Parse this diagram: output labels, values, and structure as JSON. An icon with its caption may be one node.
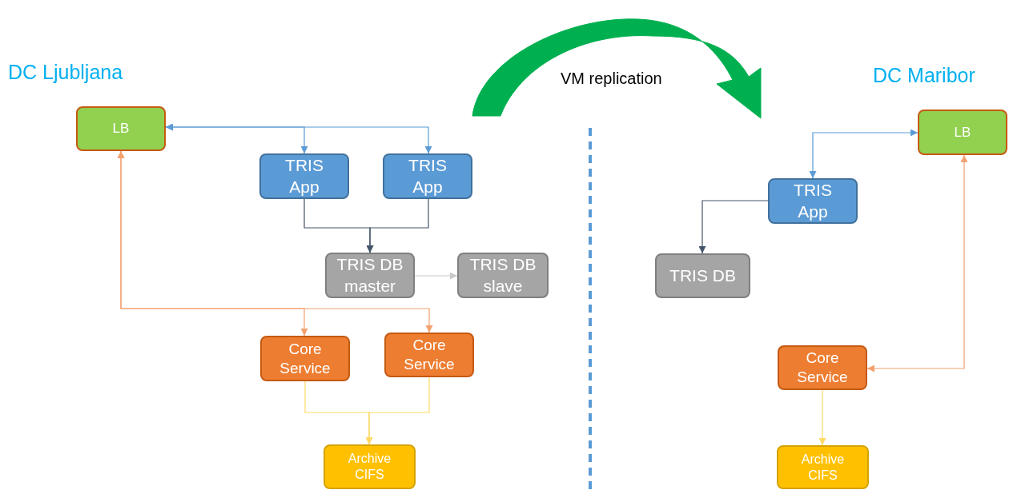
{
  "diagram": {
    "nodes": [
      {
        "text": [
          "LB"
        ]
      },
      {
        "text": [
          "TRIS App"
        ]
      },
      {
        "text": [
          "TRIS App"
        ]
      },
      {
        "text": [
          "TRIS DB master"
        ]
      },
      {
        "text": [
          "TRIS DB slave"
        ]
      },
      {
        "text": [
          "Core Service"
        ]
      },
      {
        "text": [
          "Core Service"
        ]
      },
      {
        "text": [
          "Archive CIFS"
        ]
      },
      {
        "text": [
          "LB"
        ]
      },
      {
        "text": [
          "TRIS App"
        ]
      },
      {
        "text": [
          "TRIS DB"
        ]
      },
      {
        "text": [
          "Core Service"
        ]
      },
      {
        "text": [
          "Archive CIFS"
        ]
      }
    ],
    "edges": [
      {
        "from": 0,
        "to": 1,
        "arrow": "both",
        "color": "#5b9bd5"
      },
      {
        "from": 0,
        "to": 2,
        "arrow": "both",
        "color": "#5b9bd5"
      },
      {
        "from": 1,
        "to": 3,
        "arrow": "to",
        "color": "#44546a"
      },
      {
        "from": 2,
        "to": 3,
        "arrow": "to",
        "color": "#44546a"
      },
      {
        "from": 3,
        "to": 4,
        "arrow": "to",
        "color": "#c9c9c9"
      },
      {
        "from": 5,
        "to": 0,
        "arrow": "both",
        "color": "#f4a16f"
      },
      {
        "from": 6,
        "to": 0,
        "arrow": "both",
        "color": "#f4a16f"
      },
      {
        "from": 5,
        "to": 7,
        "arrow": "to",
        "color": "#ffd966"
      },
      {
        "from": 6,
        "to": 7,
        "arrow": "to",
        "color": "#ffd966"
      },
      {
        "from": 8,
        "to": 9,
        "arrow": "both",
        "color": "#5b9bd5"
      },
      {
        "from": 9,
        "to": 10,
        "arrow": "to",
        "color": "#44546a"
      },
      {
        "from": 8,
        "to": 11,
        "arrow": "both",
        "color": "#f4a16f"
      },
      {
        "from": 11,
        "to": 12,
        "arrow": "to",
        "color": "#ffd966"
      }
    ],
    "labels": [
      "DC Ljubljana",
      "VM replication",
      "DC Maribor"
    ]
  }
}
